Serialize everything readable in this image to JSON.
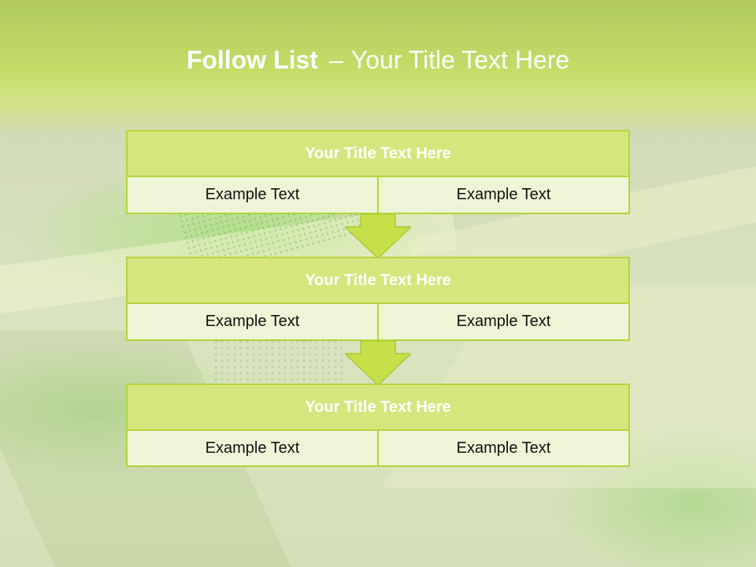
{
  "slide": {
    "title_bold": "Follow List",
    "title_dash": "–",
    "title_rest": "Your Title Text Here"
  },
  "blocks": [
    {
      "title": "Your Title Text Here",
      "left": "Example Text",
      "right": "Example Text"
    },
    {
      "title": "Your Title Text Here",
      "left": "Example Text",
      "right": "Example Text"
    },
    {
      "title": "Your Title Text Here",
      "left": "Example Text",
      "right": "Example Text"
    }
  ],
  "colors": {
    "accent_border": "#b4d43a",
    "header_fill": "#d6e67e",
    "cell_fill": "#eef5d6",
    "arrow_fill": "#c7e04a"
  },
  "icons": [
    "down-arrow-icon"
  ]
}
